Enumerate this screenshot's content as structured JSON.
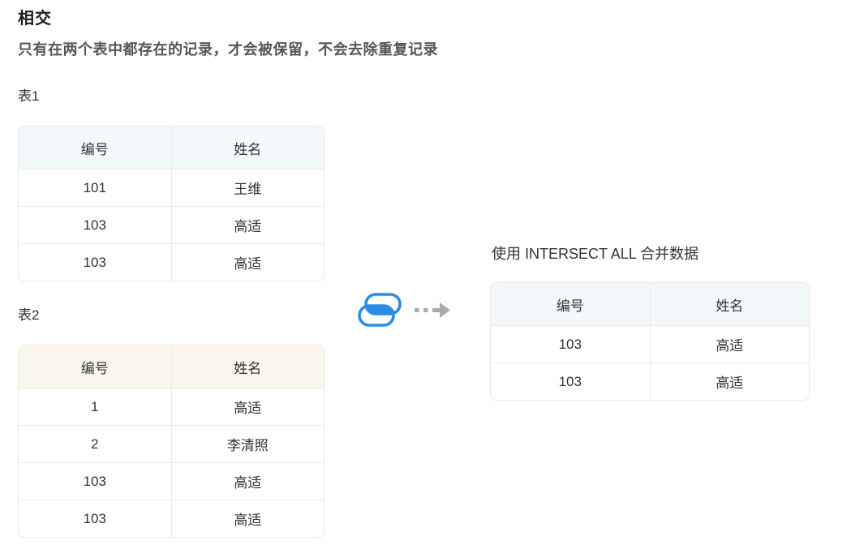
{
  "page": {
    "title": "相交",
    "subtitle": "只有在两个表中都存在的记录，才会被保留，不会去除重复记录"
  },
  "table1": {
    "label": "表1",
    "headers": [
      "编号",
      "姓名"
    ],
    "rows": [
      [
        "101",
        "王维"
      ],
      [
        "103",
        "高适"
      ],
      [
        "103",
        "高适"
      ]
    ]
  },
  "table2": {
    "label": "表2",
    "headers": [
      "编号",
      "姓名"
    ],
    "rows": [
      [
        "1",
        "高适"
      ],
      [
        "2",
        "李清照"
      ],
      [
        "103",
        "高适"
      ],
      [
        "103",
        "高适"
      ]
    ]
  },
  "result": {
    "label": "使用 INTERSECT ALL 合并数据",
    "headers": [
      "编号",
      "姓名"
    ],
    "rows": [
      [
        "103",
        "高适"
      ],
      [
        "103",
        "高适"
      ]
    ]
  },
  "operator": {
    "icon": "intersect-icon",
    "arrow": "dashed-arrow-icon"
  },
  "colors": {
    "accent_blue": "#2b8ce4",
    "arrow_gray": "#ababab",
    "table1_header_bg": "#f3f8fb",
    "table2_header_bg": "#faf6ee",
    "result_header_bg": "#f3f8fb",
    "border": "#e9e9e9",
    "text": "#333333",
    "subtitle_text": "#565656"
  }
}
